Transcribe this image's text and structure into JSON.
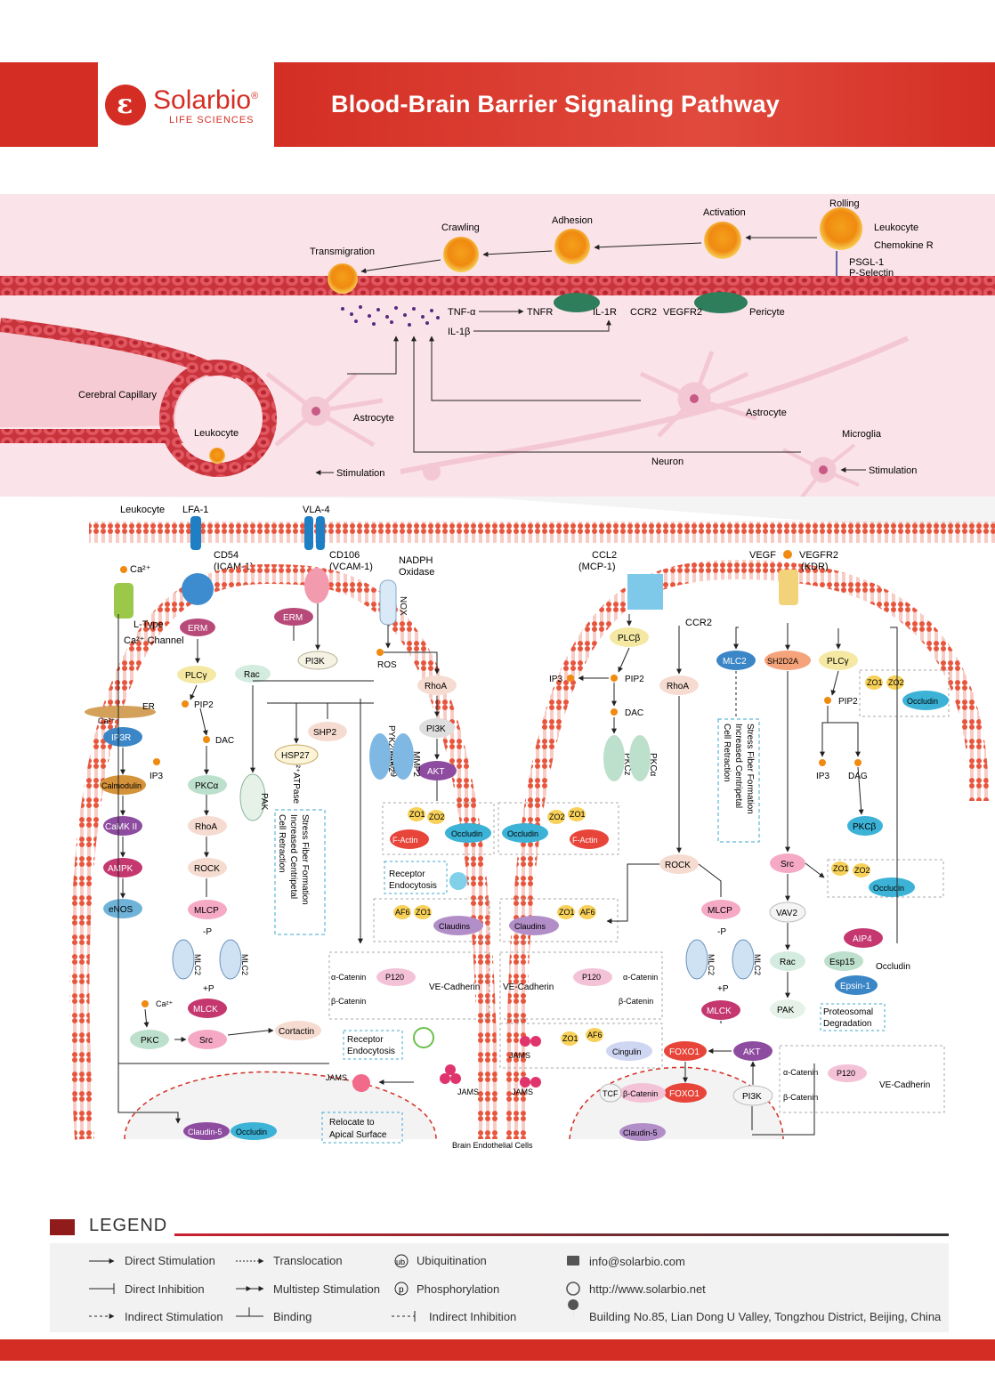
{
  "brand": {
    "name": "Solarbio",
    "reg": "®",
    "subtitle": "LIFE SCIENCES"
  },
  "title": "Blood-Brain Barrier Signaling Pathway",
  "top_panel": {
    "stages": [
      "Rolling",
      "Activation",
      "Adhesion",
      "Crawling",
      "Transmigration"
    ],
    "receptor_labels": [
      "Leukocyte",
      "Chemokine R",
      "PSGL-1",
      "P-Selectin"
    ],
    "cytokines": [
      "TNF-α",
      "TNFR",
      "IL-1R",
      "IL-1β",
      "CCR2",
      "VEGFR2",
      "Pericyte"
    ],
    "cells": [
      "Cerebral Capillary",
      "Leukocyte",
      "Astrocyte",
      "Astrocyte",
      "Microglia",
      "Neuron",
      "Stimulation",
      "Stimulation"
    ]
  },
  "membrane_labels": {
    "leukocyte": "Leukocyte",
    "lfa1": "LFA-1",
    "vla4": "VLA-4",
    "cd54": "CD54",
    "icam": "(ICAM-1)",
    "cd106": "CD106",
    "vcam": "(VCAM-1)",
    "nadph": "NADPH",
    "oxidase": "Oxidase",
    "ccl2": "CCL2",
    "mcp": "(MCP-1)",
    "vegf": "VEGF",
    "vegfr2": "VEGFR2",
    "kdr": "(KDR)",
    "ccr2": "CCR2",
    "ca": "Ca²⁺",
    "ltype": "L-Type",
    "cachannel": "Ca²⁺ Channel"
  },
  "left_nodes": {
    "erm1": "ERM",
    "erm2": "ERM",
    "nox": "NOX",
    "pi3k": "PI3K",
    "rac": "Rac",
    "ros": "ROS",
    "rhoa": "RhoA",
    "pi3k2": "PI3K",
    "akt": "AKT",
    "plcy": "PLCγ",
    "pip2": "PIP2",
    "dac": "DAC",
    "er": "ER",
    "ca": "Ca²⁺",
    "ip3r": "IP3R",
    "ip3": "IP3",
    "calmodulin": "Calmodulin",
    "camk": "CaMK II",
    "ampk": "AMPK",
    "enos": "eNOS",
    "pkca": "PKCα",
    "rhoa2": "RhoA",
    "rock": "ROCK",
    "mlcp": "MLCP",
    "mlc2a": "MLC2",
    "mlc2b": "MLC2",
    "mlck": "MLCK",
    "pkc": "PKC",
    "src": "Src",
    "cortactin": "Cortactin",
    "ca2": "Ca²⁺",
    "pak": "PAK",
    "icaatpase": "ICa²⁺ATPase",
    "hsp27": "HSP27",
    "shp2": "SHP2",
    "pyk2": "PYK2/FAK2",
    "mmp9": "MMP9",
    "mmp2": "MMP2",
    "zo1": "ZO1",
    "zo2": "ZO2",
    "factin": "F-Actin",
    "occludin": "Occludin",
    "receptor_endo": "Receptor",
    "receptor_endo2": "Endocytosis",
    "af6": "AF6",
    "zo1b": "ZO1",
    "claudins": "Claudins",
    "acatenin": "α-Catenin",
    "p120": "P120",
    "bcatenin": "β-Catenin",
    "vecadherin": "VE-Cadherin",
    "rec_endo3": "Receptor",
    "rec_endo4": "Endocytosis",
    "jams": "JAMS",
    "jams2": "JAMS",
    "relocate": "Relocate to",
    "relocate2": "Apical Surface",
    "claudin5": "Claudin-5",
    "occludin2": "Occludin",
    "minusp": "-P",
    "plusp": "+P",
    "stress1": "Stress Fiber Formation",
    "stress2": "Increased Centripetal",
    "stress3": "Cell Retraction"
  },
  "right_nodes": {
    "plcb": "PLCβ",
    "pip2": "PIP2",
    "ip3": "IP3",
    "dac": "DAC",
    "pkcz": "PKCz",
    "pkca": "PKCα",
    "rhoa": "RhoA",
    "zo2": "ZO2",
    "zo1": "ZO1",
    "occludin": "Occludin",
    "factin": "F-Actin",
    "rock": "ROCK",
    "mlcp": "MLCP",
    "mlc2a": "MLC2",
    "mlc2b": "MLC2",
    "mlck": "MLCK",
    "claudins": "Claudins",
    "zo1b": "ZO1",
    "af6": "AF6",
    "vecadherin": "VE-Cadherin",
    "p120": "P120",
    "acatenin": "α-Catenin",
    "bcatenin": "β-Catenin",
    "jams": "JAMS",
    "jams2": "JAMS",
    "zo1c": "ZO1",
    "af6b": "AF6",
    "cingulin": "Cingulin",
    "foxo1": "FOXO1",
    "akt": "AKT",
    "pi3k": "PI3K",
    "tcf": "TCF",
    "bcat2": "β-Catenin",
    "foxo1b": "FOXO1",
    "claudin5": "Claudin-5",
    "bec": "Brain Endothelial Cells",
    "mlc2": "MLC2",
    "sh2d2a": "SH2D2A",
    "plcy": "PLCγ",
    "pip2b": "PIP2",
    "ip3b": "IP3",
    "dag": "DAG",
    "pkcb": "PKCβ",
    "zo1d": "ZO1",
    "zo2b": "ZO2",
    "occludin2": "Occludin",
    "src": "Src",
    "zo1e": "ZO1",
    "zo2c": "ZO2",
    "occludin3": "Occludin",
    "vav2": "VAV2",
    "rac": "Rac",
    "pak": "PAK",
    "aip4": "AIP4",
    "esp15": "Esp15",
    "epsin": "Epsin-1",
    "occludin4": "Occludin",
    "proteo1": "Proteosomal",
    "proteo2": "Degradation",
    "acat2": "α-Catenin",
    "p120b": "P120",
    "vecad2": "VE-Cadherin",
    "bcat3": "β-Catenin",
    "minusp": "-P",
    "plusp": "+P",
    "stress1": "Stress Fiber Formation",
    "stress2": "Increased Centripetal",
    "stress3": "Cell Retraction"
  },
  "legend": {
    "title": "LEGEND",
    "items": [
      "Direct Stimulation",
      "Translocation",
      "Ubiquitination",
      "Direct Inhibition",
      "Multistep Stimulation",
      "Phosphorylation",
      "Indirect Stimulation",
      "Binding",
      "Indirect Inhibition"
    ],
    "ub": "ub",
    "p": "p",
    "email": "info@solarbio.com",
    "web": "http://www.solarbio.net",
    "address": "Building No.85, Lian Dong U Valley, Tongzhou District, Beijing, China"
  },
  "colors": {
    "brand_red": "#d42e24",
    "membrane": "#e8553d",
    "tissue_pink": "#fbe3ea"
  }
}
